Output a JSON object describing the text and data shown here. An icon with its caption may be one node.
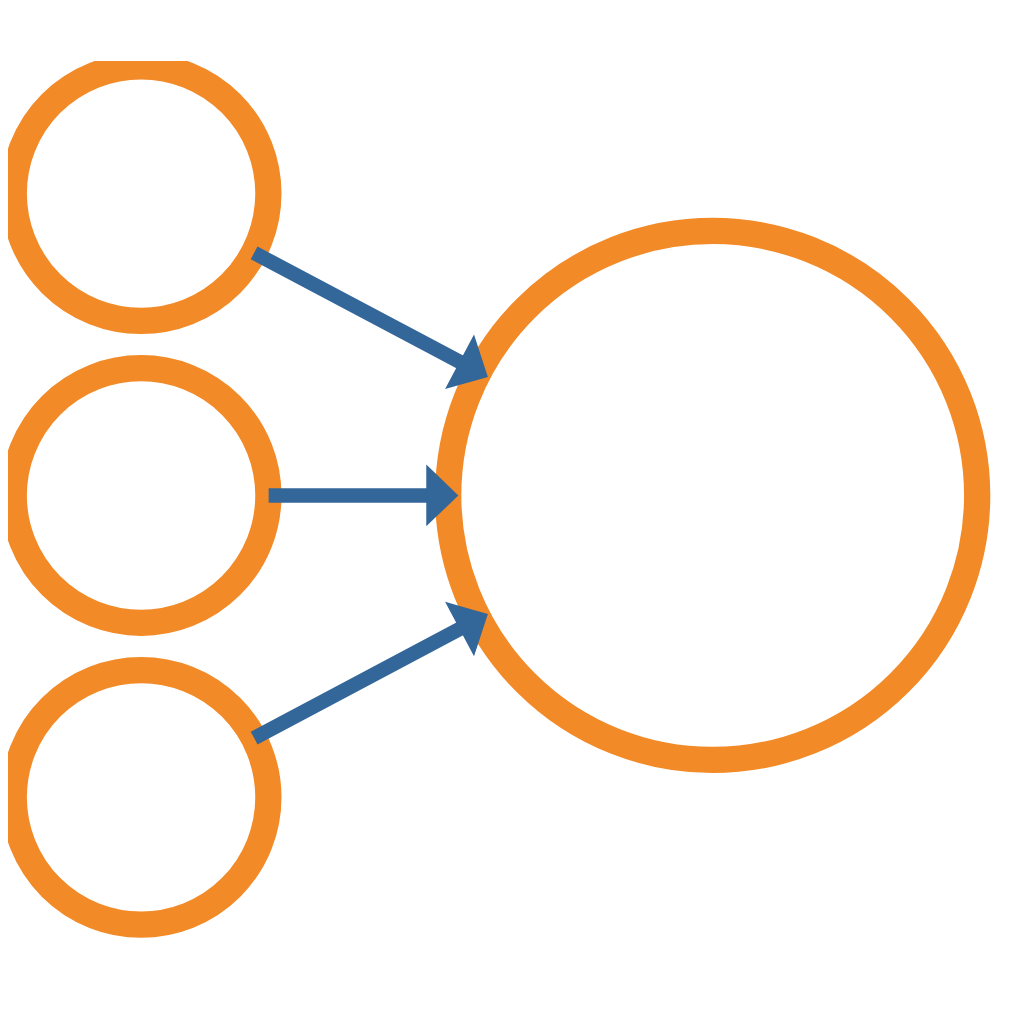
{
  "diagram": {
    "nodes": [
      {
        "text": [],
        "shape": "circle"
      },
      {
        "text": [],
        "shape": "circle"
      },
      {
        "text": [],
        "shape": "circle"
      },
      {
        "text": [],
        "shape": "circle"
      }
    ],
    "edges": [
      {
        "from": 0,
        "to": 3,
        "arrow": "to"
      },
      {
        "from": 1,
        "to": 3,
        "arrow": "to"
      },
      {
        "from": 2,
        "to": 3,
        "arrow": "to"
      }
    ]
  }
}
